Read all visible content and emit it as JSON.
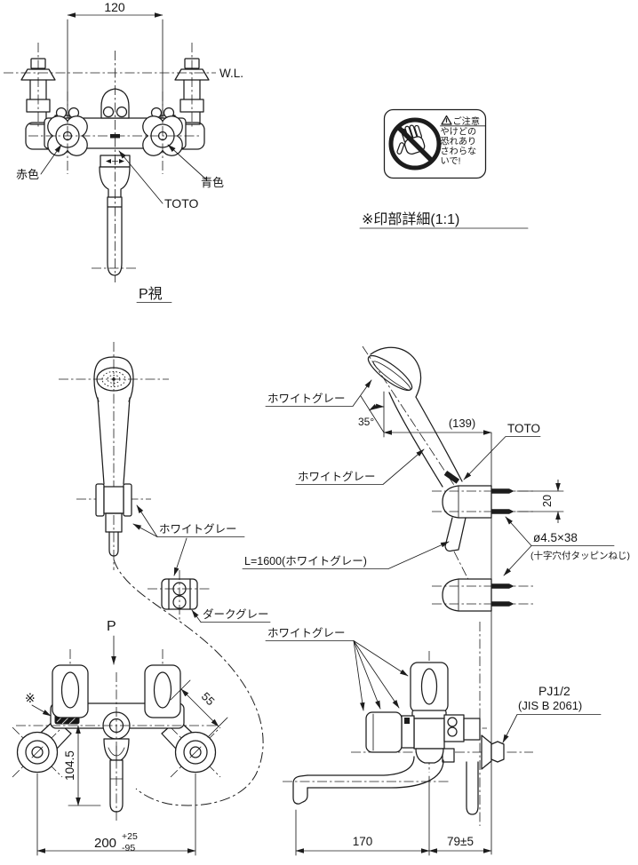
{
  "colors": {
    "ink": "#1c1c1c",
    "background": "#ffffff"
  },
  "front_view": {
    "dim_handle_pitch": "120",
    "water_line": "W.L.",
    "hot_indicator": "赤色",
    "cold_indicator": "青色",
    "brand": "TOTO",
    "view_label": "P視"
  },
  "caution_label": {
    "title": "ご注意",
    "line1": "やけどの",
    "line2": "恐れあり",
    "line3": "さわらな",
    "line4": "いで!",
    "detail_note": "※印部詳細(1:1)"
  },
  "shower_front_view": {
    "hose_color_label": "ホワイトグレー",
    "hanger_color_label": "ダークグレー",
    "view_direction": "P"
  },
  "shower_side_view": {
    "head_color_label": "ホワイトグレー",
    "handle_color_label": "ホワイトグレー",
    "head_angle": "35°",
    "dim_head_offset": "(139)",
    "brand": "TOTO",
    "dim_screw_pitch": "20",
    "screw_spec": "ø4.5×38",
    "screw_type_note": "(十字穴付タッピンねじ)",
    "hose_spec": "L=1600(ホワイトグレー)"
  },
  "installed_front_view": {
    "caution_mark": "※",
    "dim_handle_depth": "55",
    "dim_spout_height": "104.5",
    "dim_pitch": "200",
    "dim_pitch_tol_plus": "+25",
    "dim_pitch_tol_minus": "-95"
  },
  "installed_side_view": {
    "body_color_label": "ホワイトグレー",
    "connection_spec": "PJ1/2",
    "connection_standard": "(JIS B 2061)",
    "dim_spout_reach": "170",
    "dim_wall_clearance": "79±5"
  }
}
